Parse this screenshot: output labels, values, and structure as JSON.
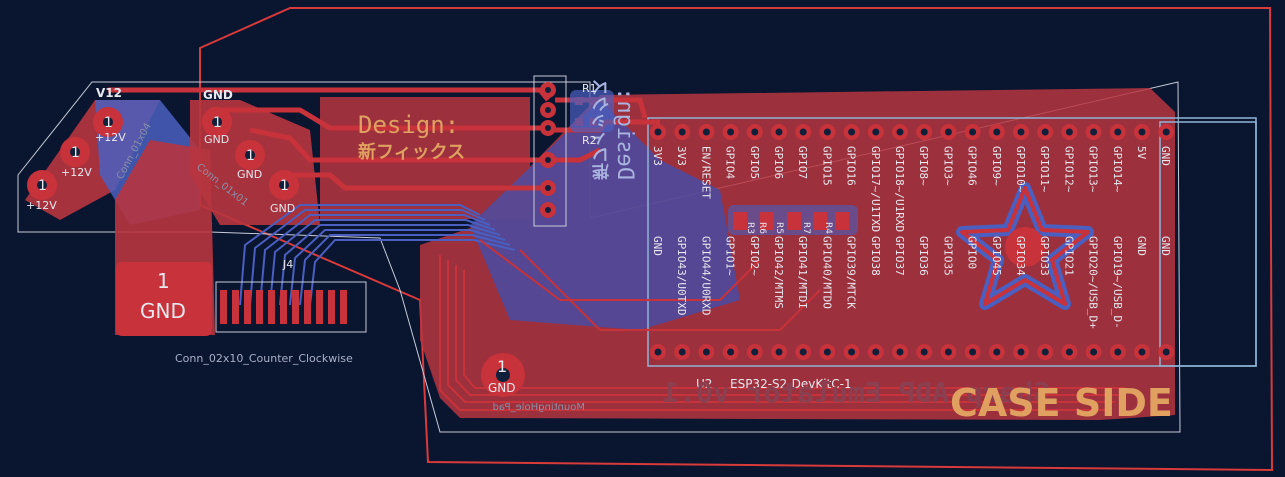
{
  "colors": {
    "background": "#0a1530",
    "board_outline": "#d93a3a",
    "copper_front": "#c8323a",
    "copper_back": "#4a5fc0",
    "silkscreen": "#e8e8ee",
    "silk_back": "#8a8fa8",
    "fab": "#9aa3c4",
    "pad": "#c8323a",
    "pad_hole": "#10203a",
    "orange_text": "#e0a060",
    "courtyard": "#c8ccd8"
  },
  "labels": {
    "v12_header": "V12",
    "gnd_header": "GND",
    "pad_1": "1",
    "plus12": "+12V",
    "gnd": "GND",
    "conn_01x04": "Conn_01x04",
    "conn_01x01": "Conn_01x01",
    "design_line1": "Design:",
    "design_line2": "新フィックス",
    "design_mirror1": "Design:",
    "design_mirror2": "新フィックス",
    "r1": "R1",
    "r2": "R2",
    "r3": "R3",
    "r4": "R4",
    "r5": "R5",
    "r6": "R6",
    "r7": "R7",
    "j1": "J4",
    "conn_02x10": "Conn_02x10_Counter_Clockwise",
    "mounting": "MountingHole_Pad",
    "u2": "U2",
    "module": "ESP32-S2-DevKitC-1",
    "case_side": "CASE SIDE",
    "title_back": "Sharp ADP Emulator v0.1",
    "top_pins": [
      "3V3",
      "3V3",
      "EN/RESET",
      "GPIO4",
      "GPIO5",
      "GPIO6",
      "GPIO7",
      "GPIO15",
      "GPIO16",
      "GPIO17~/U1TXD",
      "GPIO18~/U1RXD",
      "GPIO8~",
      "GPIO3~",
      "GPIO46",
      "GPIO9~",
      "GPIO10~",
      "GPIO11~",
      "GPIO12~",
      "GPIO13~",
      "GPIO14~",
      "5V",
      "GND"
    ],
    "bottom_pins": [
      "GND",
      "GPIO43/U0TXD",
      "GPIO44/U0RXD",
      "GPIO1~",
      "GPIO2~",
      "GPIO42/MTMS",
      "GPIO41/MTDI",
      "GPIO40/MTDO",
      "GPIO39/MTCK",
      "GPIO38",
      "GPIO37",
      "GPIO36",
      "GPIO35",
      "GPIO0",
      "GPIO45",
      "GPIO34",
      "GPIO33",
      "GPIO21",
      "GPIO20~/USB_D+",
      "GPIO19~/USB_D-",
      "GND",
      "GND"
    ]
  }
}
